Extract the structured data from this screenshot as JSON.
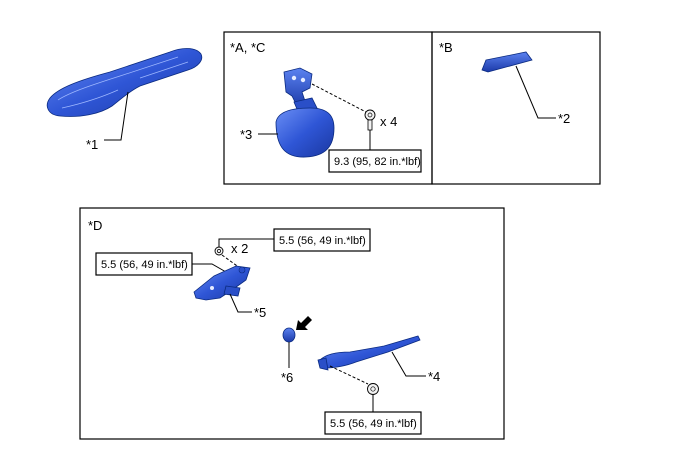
{
  "panels": {
    "ac": {
      "label": "*A, *C"
    },
    "b": {
      "label": "*B"
    },
    "d": {
      "label": "*D"
    }
  },
  "callouts": {
    "p1": "*1",
    "p2": "*2",
    "p3": "*3",
    "p4": "*4",
    "p5": "*5",
    "p6": "*6"
  },
  "quantities": {
    "mirror_bolts": "x 4",
    "motor_bolts": "x 2"
  },
  "torques": {
    "mirror": "9.3 (95, 82 in.*lbf)",
    "motor_right": "5.5 (56, 49 in.*lbf)",
    "motor_left": "5.5 (56, 49 in.*lbf)",
    "arm_nut": "5.5 (56, 49 in.*lbf)"
  },
  "colors": {
    "part_blue": "#2f56d6",
    "part_dark": "#1b39a8",
    "part_light": "#5b82f0"
  },
  "icons": {
    "arrow": "black-arrow-icon"
  }
}
